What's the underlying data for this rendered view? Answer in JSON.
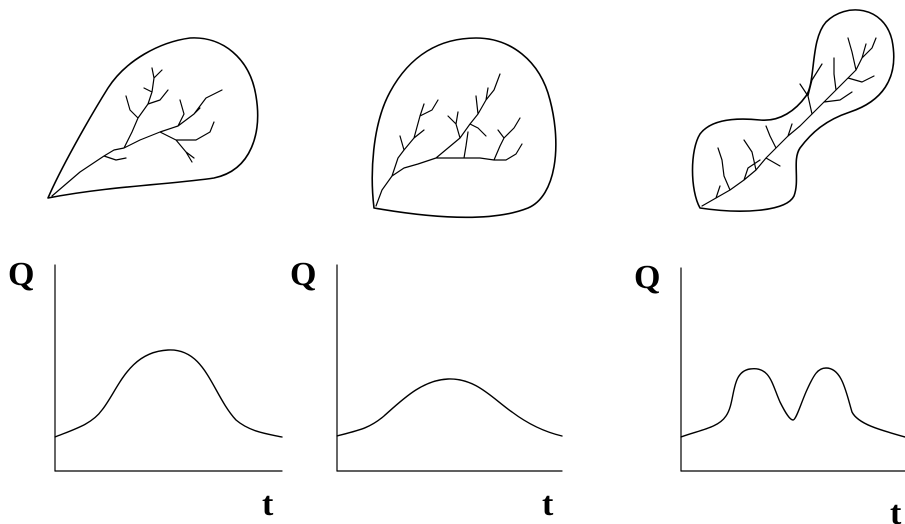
{
  "panels": [
    {
      "basin_shape": "elongated-leaf",
      "hydrograph": "single-peak-sharp",
      "y_label": "Q",
      "x_label": "t"
    },
    {
      "basin_shape": "round",
      "hydrograph": "single-peak-attenuated",
      "y_label": "Q",
      "x_label": "t"
    },
    {
      "basin_shape": "double-lobed",
      "hydrograph": "double-peak",
      "y_label": "Q",
      "x_label": "t"
    }
  ],
  "colors": {
    "line": "#000000",
    "background": "#ffffff"
  }
}
